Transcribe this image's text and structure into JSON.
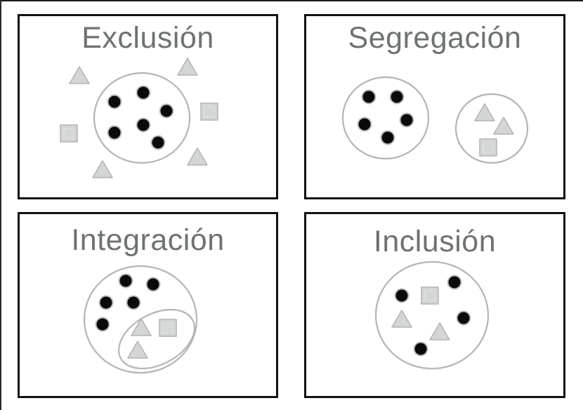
{
  "colors": {
    "panel_border": "#111111",
    "title_text": "#6e7272",
    "group_outline": "#b4b4b4",
    "dot_fill": "#0a0a0a",
    "dot_halo": "#9a9a9a",
    "shape_fill": "#d4d6d6",
    "shape_stroke": "#b2b4b4"
  },
  "panels": [
    {
      "id": "exclusion",
      "title": "Exclusión",
      "description": "Black dots grouped inside a circle; gray triangles and squares scattered outside it."
    },
    {
      "id": "segregacion",
      "title": "Segregación",
      "description": "Black dots in one circle; gray triangles and square in a separate circle."
    },
    {
      "id": "integracion",
      "title": "Integración",
      "description": "Black dots and gray shapes in one large circle, with gray shapes confined to an inner ellipse."
    },
    {
      "id": "inclusion",
      "title": "Inclusión",
      "description": "Black dots and gray shapes mixed together inside a single circle."
    }
  ]
}
